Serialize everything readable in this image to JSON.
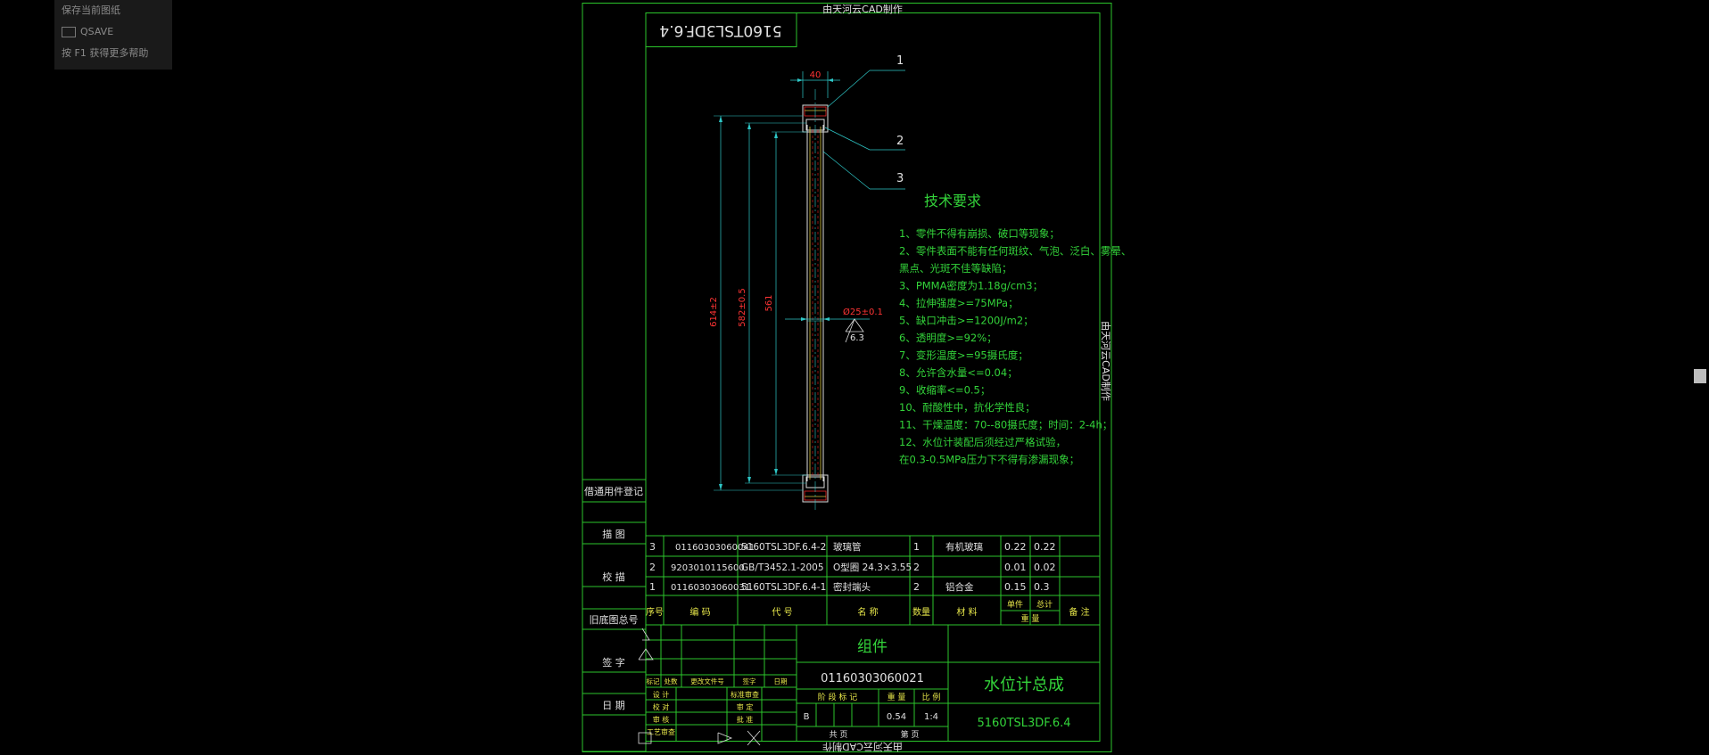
{
  "overlay": {
    "items": [
      {
        "label": "保存当前图纸",
        "icon": ""
      },
      {
        "label": "QSAVE",
        "icon": "save-icon"
      },
      {
        "label": "按 F1 获得更多帮助",
        "icon": ""
      }
    ]
  },
  "frame": {
    "watermark_top": "由天河云CAD制作",
    "watermark_bottom": "由天河云CAD制作",
    "watermark_side": "由天河云CAD制作",
    "mirror_code": "5160TSL3DF.6.4"
  },
  "drawing": {
    "dim_width": "40",
    "dim_total": "614±2",
    "dim_mid": "582±0.5",
    "dim_inner": "561",
    "dim_diameter": "Ø25±0.1",
    "roughness": "6.3",
    "balloons": [
      "1",
      "2",
      "3"
    ]
  },
  "tech": {
    "title": "技术要求",
    "lines": [
      "1、零件不得有崩损、破口等现象；",
      "2、零件表面不能有任何斑纹、气泡、泛白、雾晕、",
      "    黑点、光斑不佳等缺陷；",
      "3、PMMA密度为1.18g/cm3；",
      "4、拉伸强度>=75MPa；",
      "5、缺口冲击>=1200J/m2；",
      "6、透明度>=92%；",
      "7、变形温度>=95摄氏度；",
      "8、允许含水量<=0.04；",
      "9、收缩率<=0.5；",
      "10、耐酸性中，抗化学性良；",
      "11、干燥温度：70--80摄氏度；时间：2-4h；",
      "12、水位计装配后须经过严格试验，",
      "    在0.3-0.5MPa压力下不得有渗漏现象；"
    ]
  },
  "left_labels": [
    "借通用件登记",
    "描 图",
    "校 描",
    "旧底图总号",
    "签 字",
    "日 期"
  ],
  "bom": {
    "rows": [
      {
        "no": "3",
        "code": "01160303060041",
        "drawing": "5160TSL3DF.6.4-2",
        "name": "玻璃管",
        "qty": "1",
        "material": "有机玻璃",
        "unit_wt": "0.22",
        "total_wt": "0.22",
        "remark": ""
      },
      {
        "no": "2",
        "code": "9203010115600",
        "drawing": "GB/T3452.1-2005",
        "name": "O型圈 24.3×3.55",
        "qty": "2",
        "material": "",
        "unit_wt": "0.01",
        "total_wt": "0.02",
        "remark": ""
      },
      {
        "no": "1",
        "code": "01160303060031",
        "drawing": "5160TSL3DF.6.4-1",
        "name": "密封端头",
        "qty": "2",
        "material": "铝合金",
        "unit_wt": "0.15",
        "total_wt": "0.3",
        "remark": ""
      }
    ],
    "headers": {
      "no": "序号",
      "code": "编 码",
      "drawing": "代 号",
      "name": "名 称",
      "qty": "数量",
      "material": "材 料",
      "single": "单件",
      "total": "总计",
      "weight": "重 量",
      "remark": "备 注"
    }
  },
  "title_block": {
    "part_type": "组件",
    "part_code": "01160303060021",
    "part_name": "水位计总成",
    "drawing_no": "5160TSL3DF.6.4",
    "rev_headers": [
      "标记",
      "处数",
      "更改文件号",
      "签字",
      "日期"
    ],
    "sign_rows": [
      [
        "设 计",
        "",
        "标准审查",
        ""
      ],
      [
        "校 对",
        "",
        "审 定",
        ""
      ],
      [
        "审 核",
        "",
        "批 准",
        ""
      ],
      [
        "工艺审查",
        "",
        "",
        ""
      ]
    ],
    "stage_headers": [
      "阶 段 标 记",
      "重 量",
      "比 例"
    ],
    "stage": "B",
    "weight": "0.54",
    "scale": "1:4",
    "sheet_total": "共 页",
    "sheet_no": "第 页"
  }
}
